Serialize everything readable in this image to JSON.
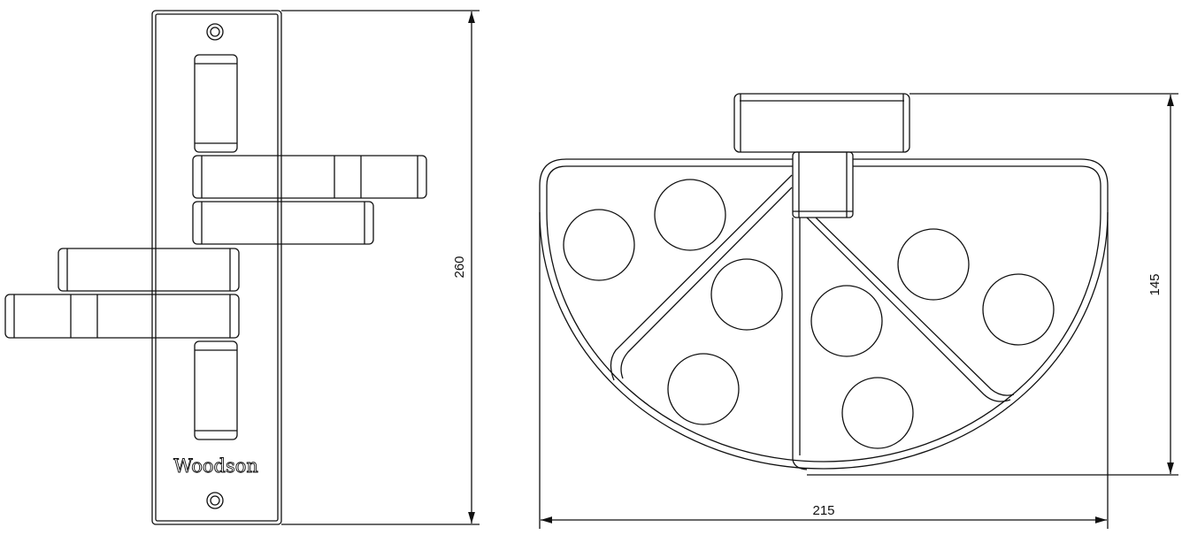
{
  "logo": "Woodson",
  "dimensions": {
    "height_front": "260",
    "height_side": "145",
    "width_side": "215"
  },
  "colors": {
    "line": "#111111",
    "background": "#ffffff"
  }
}
